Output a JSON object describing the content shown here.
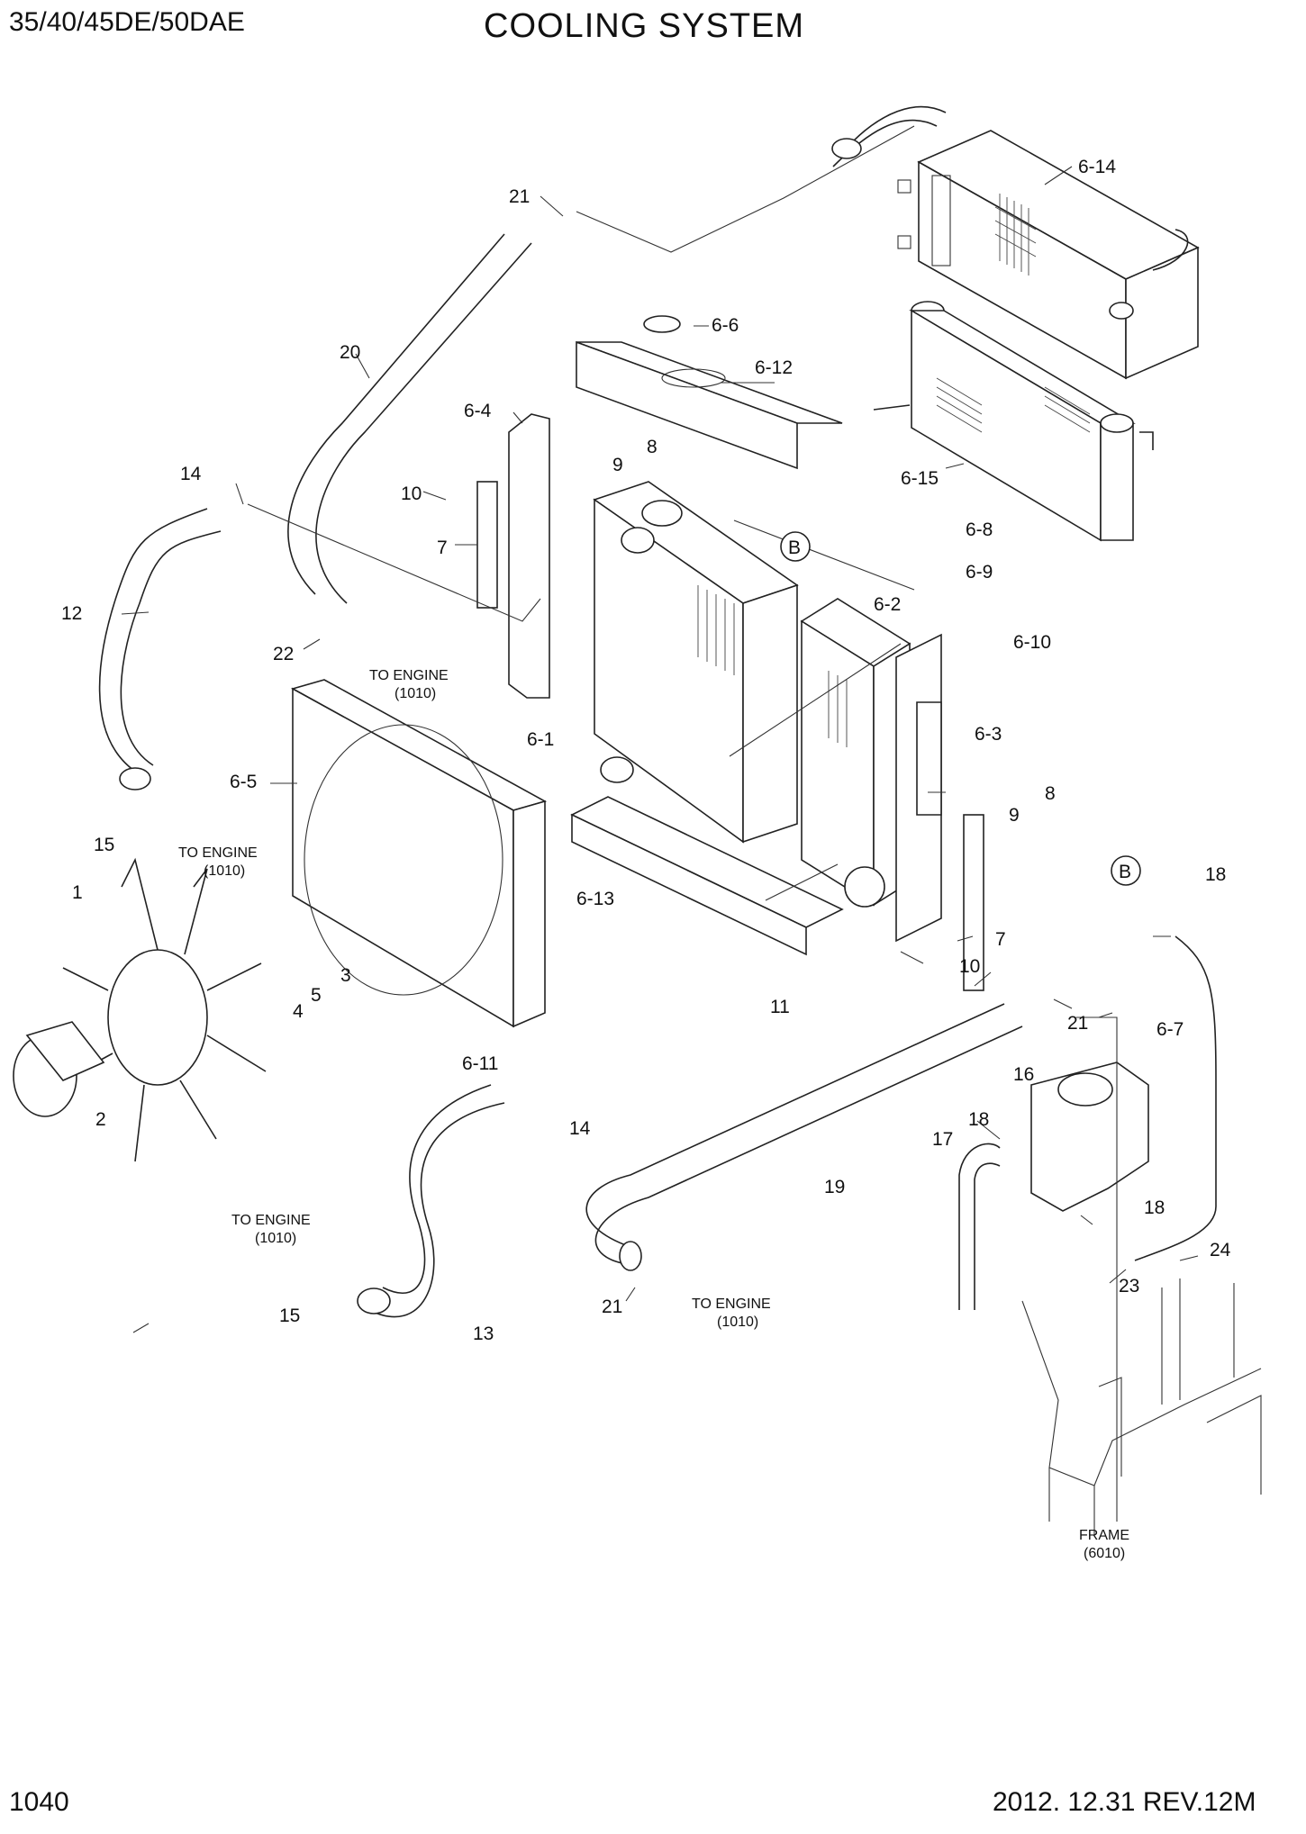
{
  "header": {
    "model": "35/40/45DE/50DAE",
    "title": "COOLING SYSTEM"
  },
  "footer": {
    "page_number": "1040",
    "revision": "2012. 12.31  REV.12M"
  },
  "labels": {
    "p1": "1",
    "p2": "2",
    "p3": "3",
    "p4": "4",
    "p5": "5",
    "p6_1": "6-1",
    "p6_2": "6-2",
    "p6_3": "6-3",
    "p6_4": "6-4",
    "p6_5": "6-5",
    "p6_6": "6-6",
    "p6_7": "6-7",
    "p6_8": "6-8",
    "p6_9": "6-9",
    "p6_10": "6-10",
    "p6_11": "6-11",
    "p6_12": "6-12",
    "p6_13": "6-13",
    "p6_14": "6-14",
    "p6_15": "6-15",
    "p7a": "7",
    "p7b": "7",
    "p8a": "8",
    "p8b": "8",
    "p9a": "9",
    "p9b": "9",
    "p10a": "10",
    "p10b": "10",
    "p11": "11",
    "p12": "12",
    "p13": "13",
    "p14a": "14",
    "p14b": "14",
    "p15a": "15",
    "p15b": "15",
    "p16": "16",
    "p17": "17",
    "p18a": "18",
    "p18b": "18",
    "p18c": "18",
    "p19": "19",
    "p20": "20",
    "p21a": "21",
    "p21b": "21",
    "p21c": "21",
    "p22": "22",
    "p23": "23",
    "p24": "24",
    "ref_b1": "B",
    "ref_b2": "B"
  },
  "notes": {
    "to_engine_1": "TO ENGINE",
    "ref_1": "(1010)",
    "to_engine_2": "TO ENGINE",
    "ref_2": "(1010)",
    "to_engine_3": "TO ENGINE",
    "ref_3": "(1010)",
    "to_engine_4": "TO ENGINE",
    "ref_4": "(1010)",
    "frame": "FRAME",
    "frame_ref": "(6010)"
  }
}
